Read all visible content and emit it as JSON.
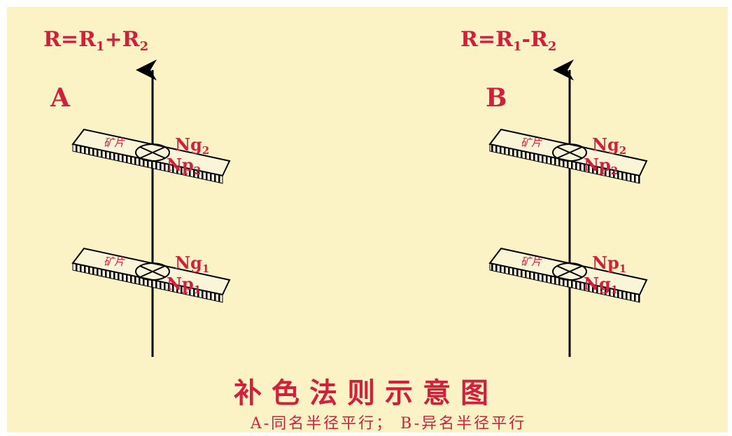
{
  "colors": {
    "background": "#fbf2c5",
    "accent": "#d21f3c",
    "line": "#000000",
    "slice_fill": "#fbf5d8"
  },
  "panel_a": {
    "formula": "R=R1+R2",
    "letter": "A",
    "upper_slice": {
      "label": "矿片",
      "dir1": "Ng2",
      "dir2": "Np2"
    },
    "lower_slice": {
      "label": "矿片",
      "dir1": "Ng1",
      "dir2": "Np1"
    }
  },
  "panel_b": {
    "formula": "R=R1-R2",
    "letter": "B",
    "upper_slice": {
      "label": "矿片",
      "dir1": "Ng2",
      "dir2": "Np2"
    },
    "lower_slice": {
      "label": "矿片",
      "dir1": "Np1",
      "dir2": "Ng1"
    }
  },
  "title": "补色法则示意图",
  "caption": "A-同名半径平行；  B-异名半径平行"
}
